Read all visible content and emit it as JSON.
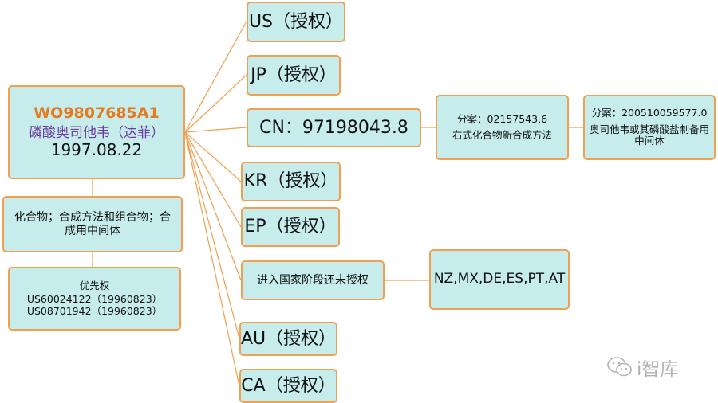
{
  "root": {
    "number": "WO9807685A1",
    "drug": "磷酸奥司他韦（达菲）",
    "date": "1997.08.22"
  },
  "claims": {
    "text": "化合物；合成方法和组合物；合成用中间体"
  },
  "priority": {
    "title": "优先权",
    "items": [
      "US60024122（19960823）",
      "US08701942（19960823）"
    ]
  },
  "countries": {
    "us": "US（授权）",
    "jp": "JP（授权）",
    "cn": "CN：97198043.8",
    "kr": "KR（授权）",
    "ep": "EP（授权）",
    "national": "进入国家阶段还未授权",
    "au": "AU（授权）",
    "ca": "CA（授权）"
  },
  "div1": {
    "title": "分案：02157543.6",
    "desc": "右式化合物新合成方法"
  },
  "div2": {
    "title": "分案：200510059577.0",
    "desc": "奥司他韦或其磷酸盐制备用中间体"
  },
  "national_list": "NZ,MX,DE,ES,PT,AT",
  "watermark": "i智库",
  "colors": {
    "box_fill": "#c6ecec",
    "border": "#f0a050",
    "title": "#e77a1e",
    "drug": "#6b3a9a"
  }
}
